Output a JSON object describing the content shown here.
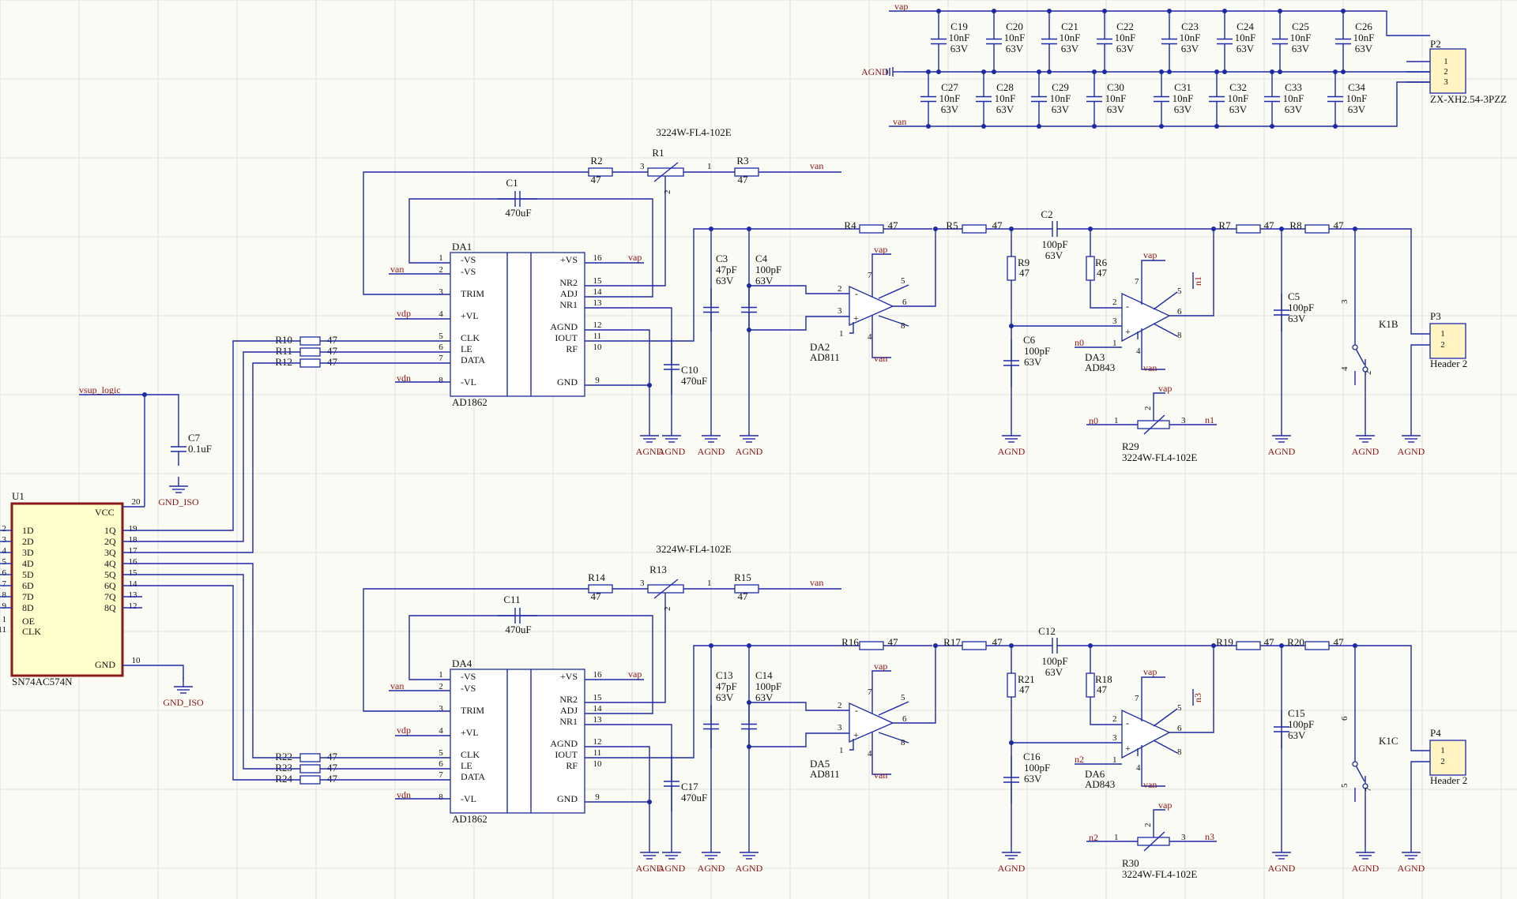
{
  "colors": {
    "wire": "#1c2aa6",
    "net": "#8a1414",
    "u1": "#8b1a1a",
    "bg": "#fbfbf6"
  },
  "power": {
    "vap": "vap",
    "van": "van",
    "agnd": "AGND",
    "p2": "P2",
    "p2_part": "ZX-XH2.54-3PZZ",
    "p2_pins": [
      "1",
      "2",
      "3"
    ],
    "caps_top": [
      {
        "ref": "C19"
      },
      {
        "ref": "C20"
      },
      {
        "ref": "C21"
      },
      {
        "ref": "C22"
      },
      {
        "ref": "C23"
      },
      {
        "ref": "C24"
      },
      {
        "ref": "C25"
      },
      {
        "ref": "C26"
      }
    ],
    "caps_bot": [
      {
        "ref": "C27"
      },
      {
        "ref": "C28"
      },
      {
        "ref": "C29"
      },
      {
        "ref": "C30"
      },
      {
        "ref": "C31"
      },
      {
        "ref": "C32"
      },
      {
        "ref": "C33"
      },
      {
        "ref": "C34"
      }
    ],
    "cap_value": "10nF",
    "cap_volt": "63V"
  },
  "u1": {
    "ref": "U1",
    "part": "SN74AC574N",
    "vcc": "VCC",
    "gnd": "GND",
    "oe": "OE",
    "clk": "CLK",
    "d": [
      "1D",
      "2D",
      "3D",
      "4D",
      "5D",
      "6D",
      "7D",
      "8D"
    ],
    "q": [
      "1Q",
      "2Q",
      "3Q",
      "4Q",
      "5Q",
      "6Q",
      "7Q",
      "8Q"
    ],
    "dpins": [
      "2",
      "3",
      "4",
      "5",
      "6",
      "7",
      "8",
      "9"
    ],
    "oepin": "1",
    "clkpin": "11",
    "qpins": [
      "19",
      "18",
      "17",
      "16",
      "15",
      "14",
      "13",
      "12"
    ],
    "vccpin": "20",
    "gndpin": "10"
  },
  "vsup_logic": "vsup_logic",
  "c7": {
    "ref": "C7",
    "value": "0.1uF"
  },
  "gnd_iso": "GND_ISO",
  "channels": [
    {
      "dac": "DA1",
      "dacpart": "AD1862",
      "cap": "C1",
      "capval": "470uF",
      "pot": "R1",
      "potpart": "3224W-FL4-102E",
      "rtrim": "R2",
      "rtrim2": "R3",
      "rclk": "R10",
      "rle": "R11",
      "rdat": "R12",
      "cnr": "C10",
      "cnrval": "470uF",
      "c3": "C3",
      "c3val": "47pF",
      "c4": "C4",
      "c4val": "100pF",
      "op1": "DA2",
      "op1part": "AD811",
      "r4": "R4",
      "r5": "R5",
      "c2": "C2",
      "c2val": "100pF",
      "r9": "R9",
      "r6": "R6",
      "c6": "C6",
      "c6val": "100pF",
      "op2": "DA3",
      "op2part": "AD843",
      "r7": "R7",
      "r8": "R8",
      "c5": "C5",
      "c5val": "100pF",
      "k": "K1B",
      "p": "P3",
      "ppart": "Header 2",
      "pot2": "R29",
      "pot2part": "3224W-FL4-102E",
      "nA": "n0",
      "nB": "n1",
      "kp1": "3",
      "kp2": "4",
      "kp3": "2"
    },
    {
      "dac": "DA4",
      "dacpart": "AD1862",
      "cap": "C11",
      "capval": "470uF",
      "pot": "R13",
      "potpart": "3224W-FL4-102E",
      "rtrim": "R14",
      "rtrim2": "R15",
      "rclk": "R22",
      "rle": "R23",
      "rdat": "R24",
      "cnr": "C17",
      "cnrval": "470uF",
      "c3": "C13",
      "c3val": "47pF",
      "c4": "C14",
      "c4val": "100pF",
      "op1": "DA5",
      "op1part": "AD811",
      "r4": "R16",
      "r5": "R17",
      "c2": "C12",
      "c2val": "100pF",
      "r9": "R21",
      "r6": "R18",
      "c6": "C16",
      "c6val": "100pF",
      "op2": "DA6",
      "op2part": "AD843",
      "r7": "R19",
      "r8": "R20",
      "c5": "C15",
      "c5val": "100pF",
      "k": "K1C",
      "p": "P4",
      "ppart": "Header 2",
      "pot2": "R30",
      "pot2part": "3224W-FL4-102E",
      "nA": "n2",
      "nB": "n3",
      "kp1": "6",
      "kp2": "5",
      "kp3": "7"
    }
  ],
  "common": {
    "r47": "47",
    "v63": "63V",
    "vdp": "vdp",
    "vdn": "vdn",
    "vap": "vap",
    "van": "van",
    "agnd": "AGND",
    "dacL": [
      "-VS",
      "-VS",
      "TRIM",
      "+VL",
      "CLK",
      "LE",
      "DATA",
      "-VL"
    ],
    "dacLp": [
      "1",
      "2",
      "3",
      "4",
      "5",
      "6",
      "7",
      "8"
    ],
    "dacR": [
      "+VS",
      "NR2",
      "ADJ",
      "NR1",
      "AGND",
      "IOUT",
      "RF",
      "GND"
    ],
    "dacRp": [
      "16",
      "15",
      "14",
      "13",
      "12",
      "11",
      "10",
      "9"
    ],
    "minus": "-",
    "plus": "+",
    "op_in_m": "2",
    "op_in_p": "3",
    "op1": "1",
    "op4": "4",
    "op5": "5",
    "op6": "6",
    "op7": "7",
    "op8": "8",
    "pot1": "1",
    "pot2": "2",
    "pot3": "3",
    "pin1": "1",
    "pin2": "2"
  }
}
